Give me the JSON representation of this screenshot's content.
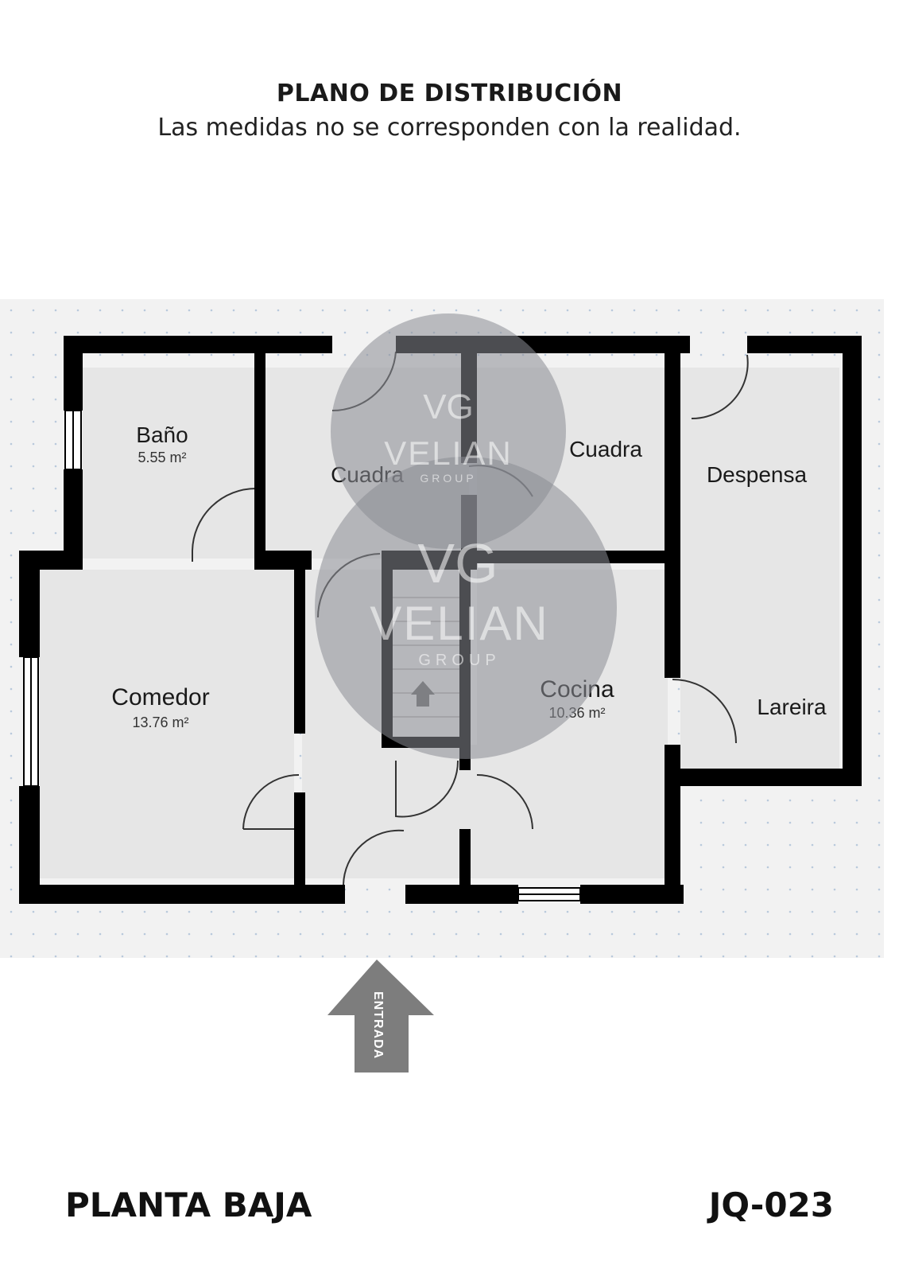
{
  "header": {
    "title": "PLANO DE DISTRIBUCIÓN",
    "subtitle": "Las medidas no se corresponden con la realidad."
  },
  "rooms": {
    "bano": {
      "name": "Baño",
      "area": "5.55 m²"
    },
    "cuadra_left": {
      "name": "Cuadra"
    },
    "cuadra_right": {
      "name": "Cuadra"
    },
    "despensa": {
      "name": "Despensa"
    },
    "comedor": {
      "name": "Comedor",
      "area": "13.76 m²"
    },
    "cocina": {
      "name": "Cocina",
      "area": "10.36 m²"
    },
    "lareira": {
      "name": "Lareira"
    }
  },
  "entrance": {
    "label": "ENTRADA"
  },
  "watermark": {
    "brand": "VELIAN",
    "sub": "GROUP",
    "monogram": "VG"
  },
  "footer": {
    "floor": "PLANTA BAJA",
    "reference": "JQ-023"
  },
  "colors": {
    "wall": "#000000",
    "floor": "#e6e6e6",
    "exterior": "#f2f2f2",
    "arrow": "#7d7d7d",
    "watermark": "#8a8d93"
  }
}
